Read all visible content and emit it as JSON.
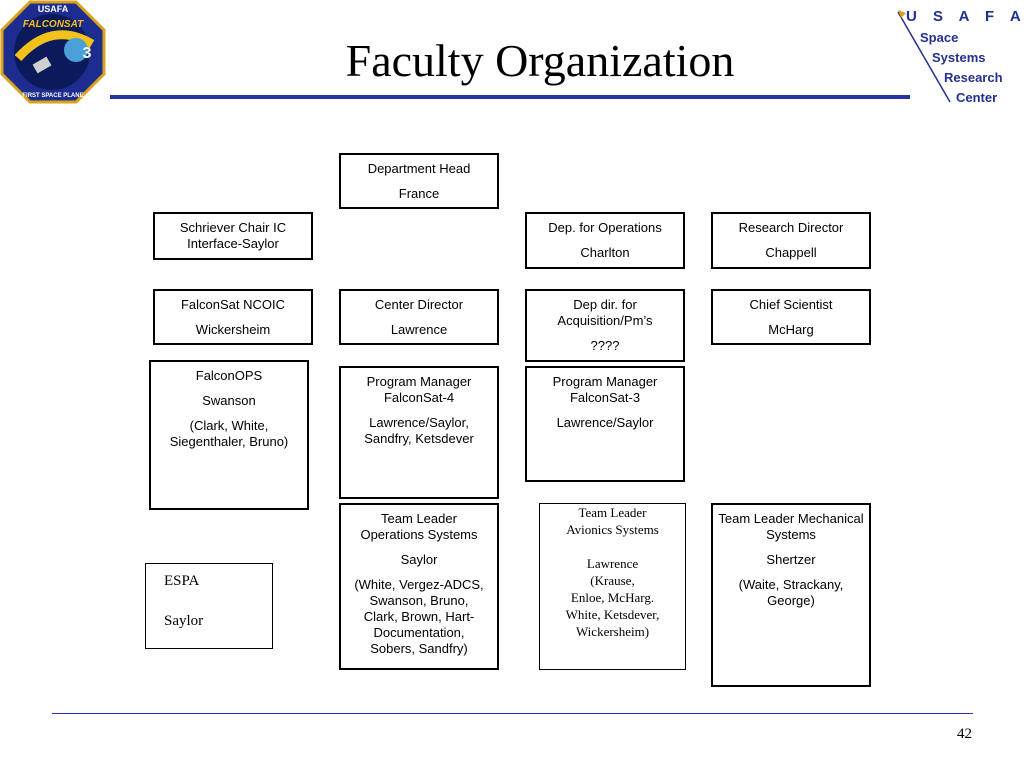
{
  "slide": {
    "title": "Faculty Organization",
    "page_number": "42"
  },
  "logo_left": {
    "top_text": "USAFA",
    "name_text": "FALCONSAT",
    "sub_text": "FIRST SPACE PLANE",
    "number_text": "3"
  },
  "logo_right": {
    "brand": "U S A F A",
    "lines": [
      "Space",
      "Systems",
      "Research",
      "Center"
    ]
  },
  "boxes": {
    "department_head": {
      "role": "Department Head",
      "name": "France"
    },
    "schriever_chair": {
      "role": "Schriever Chair IC Interface-Saylor"
    },
    "dep_operations": {
      "role": "Dep. for Operations",
      "name": "Charlton"
    },
    "research_director": {
      "role": "Research Director",
      "name": "Chappell"
    },
    "falconsat_ncoic": {
      "role": "FalconSat NCOIC",
      "name": "Wickersheim"
    },
    "center_director": {
      "role": "Center Director",
      "name": "Lawrence"
    },
    "dep_acquisition": {
      "role": "Dep dir. for Acquisition/Pm’s",
      "name": "????"
    },
    "chief_scientist": {
      "role": "Chief Scientist",
      "name": "McHarg"
    },
    "falconops": {
      "role": "FalconOPS",
      "name": "Swanson",
      "members": "(Clark, White, Siegenthaler, Bruno)"
    },
    "pm_falconsat4": {
      "role": "Program Manager FalconSat-4",
      "name": "Lawrence/Saylor, Sandfry, Ketsdever"
    },
    "pm_falconsat3": {
      "role": "Program Manager FalconSat-3",
      "name": "Lawrence/Saylor"
    },
    "tl_operations": {
      "role": "Team Leader Operations Systems",
      "name": "Saylor",
      "members": "(White, Vergez-ADCS, Swanson, Bruno, Clark, Brown, Hart-Documentation, Sobers, Sandfry)"
    },
    "tl_avionics": {
      "role_line1": "Team Leader",
      "role_line2": "Avionics Systems",
      "name": "Lawrence",
      "members_line1": "(Krause,",
      "members_line2": "Enloe, McHarg.",
      "members_line3": "White, Ketsdever,",
      "members_line4": "Wickersheim)"
    },
    "tl_mechanical": {
      "role": "Team Leader Mechanical Systems",
      "name": "Shertzer",
      "members": "(Waite, Strackany, George)"
    },
    "espa": {
      "role": "ESPA",
      "name": "Saylor"
    }
  }
}
